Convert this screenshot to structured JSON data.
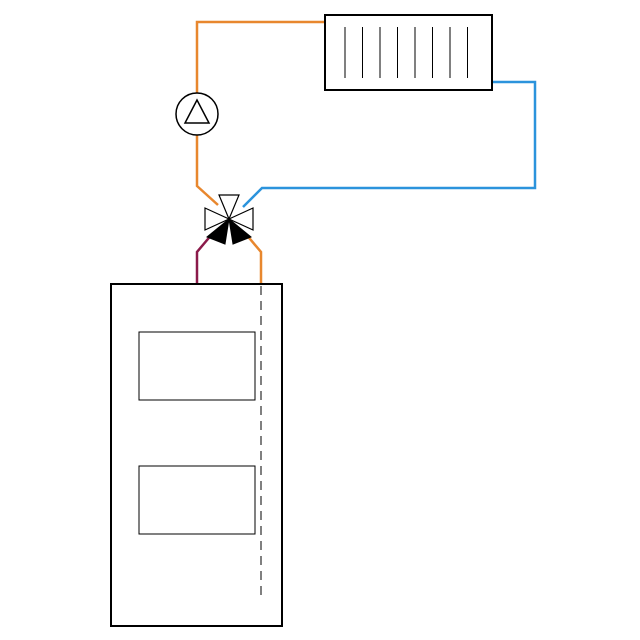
{
  "diagram": {
    "kind": "hydronic-heating-schematic",
    "components": {
      "radiator": {
        "icon": "radiator-icon",
        "fin_count": 8
      },
      "pump": {
        "icon": "circulation-pump-icon"
      },
      "mixing_valve": {
        "icon": "four-way-mixing-valve-icon"
      },
      "boiler": {
        "icon": "boiler-icon",
        "panel_count": 2
      }
    },
    "pipes": {
      "supply_color": "#e8872e",
      "return_color": "#2b93dc",
      "boiler_return_color": "#8b1a4a"
    },
    "colors": {
      "stroke": "#000000",
      "background": "#ffffff"
    }
  }
}
